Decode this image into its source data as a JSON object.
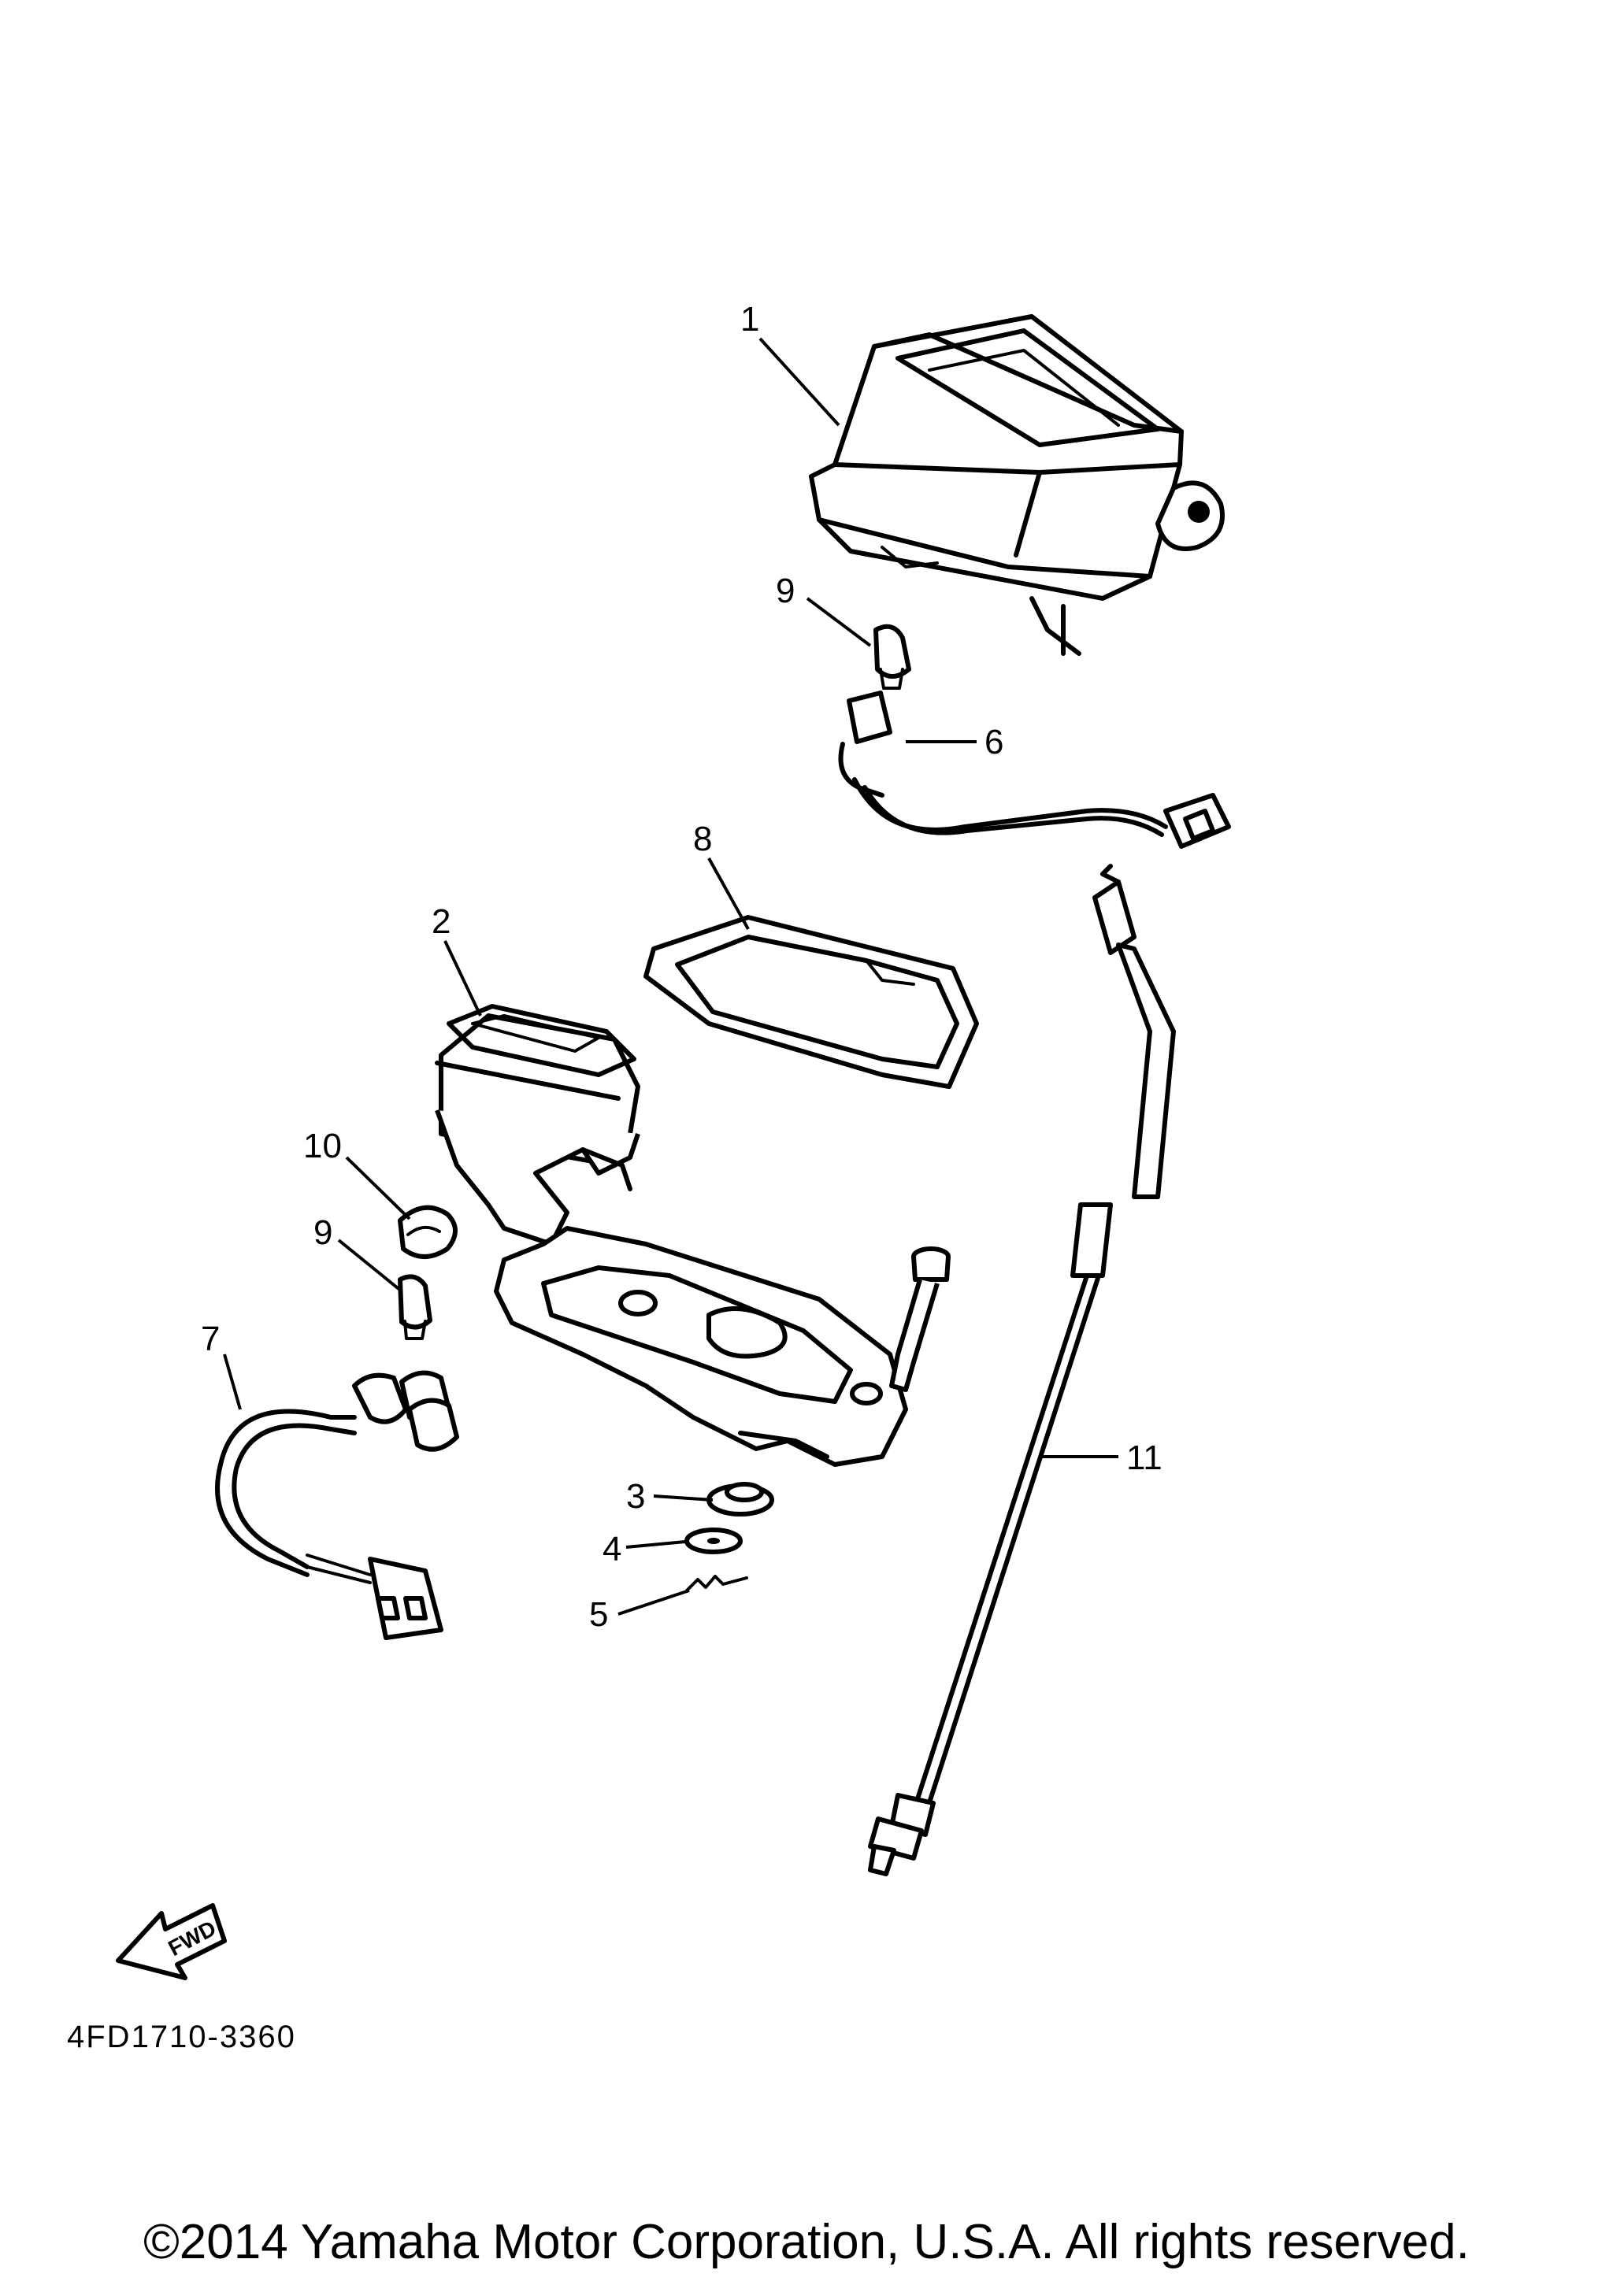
{
  "diagram": {
    "part_code": "4FD1710-3360",
    "fwd_badge": "FWD",
    "copyright": "©2014 Yamaha Motor Corporation, U.S.A. All rights reserved.",
    "callouts": [
      {
        "id": "1",
        "label": "1"
      },
      {
        "id": "9a",
        "label": "9"
      },
      {
        "id": "6",
        "label": "6"
      },
      {
        "id": "8",
        "label": "8"
      },
      {
        "id": "2",
        "label": "2"
      },
      {
        "id": "10",
        "label": "10"
      },
      {
        "id": "9b",
        "label": "9"
      },
      {
        "id": "7",
        "label": "7"
      },
      {
        "id": "3",
        "label": "3"
      },
      {
        "id": "4",
        "label": "4"
      },
      {
        "id": "5",
        "label": "5"
      },
      {
        "id": "11",
        "label": "11"
      }
    ]
  }
}
